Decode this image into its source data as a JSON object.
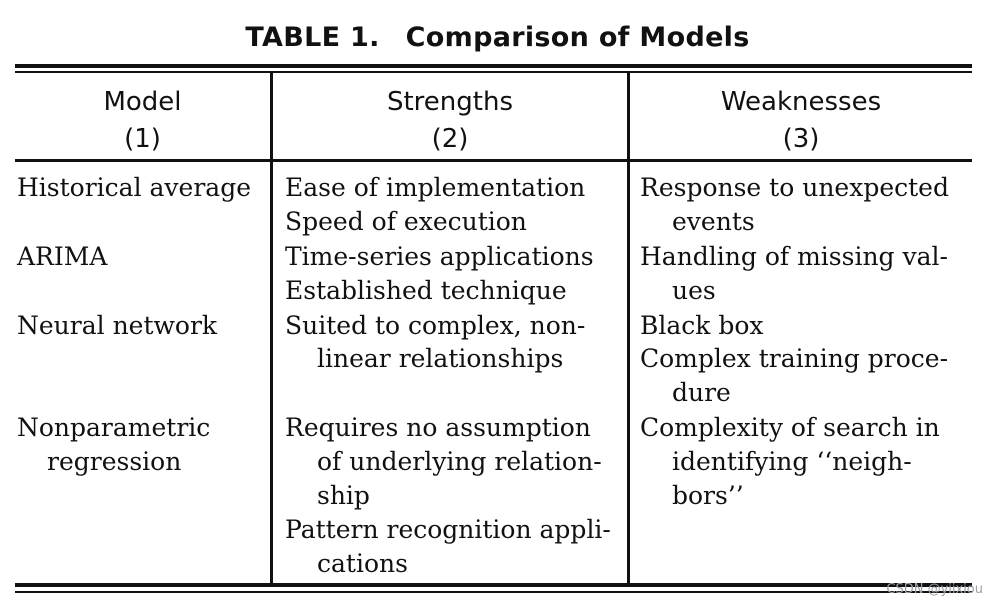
{
  "table": {
    "title_number": "TABLE 1.",
    "title_text": "Comparison of Models",
    "headers": [
      {
        "name": "Model",
        "num": "(1)"
      },
      {
        "name": "Strengths",
        "num": "(2)"
      },
      {
        "name": "Weaknesses",
        "num": "(3)"
      }
    ],
    "rows": [
      {
        "model": [
          "Historical average"
        ],
        "strengths": [
          [
            "Ease of implementation"
          ],
          [
            "Speed of execution"
          ]
        ],
        "weaknesses": [
          [
            "Response to unexpected",
            "events"
          ]
        ]
      },
      {
        "model": [
          "ARIMA"
        ],
        "strengths": [
          [
            "Time-series applications"
          ],
          [
            "Established technique"
          ]
        ],
        "weaknesses": [
          [
            "Handling of missing val-",
            "ues"
          ]
        ]
      },
      {
        "model": [
          "Neural network"
        ],
        "strengths": [
          [
            "Suited to complex, non-",
            "linear relationships"
          ]
        ],
        "weaknesses": [
          [
            "Black box"
          ],
          [
            "Complex training proce-",
            "dure"
          ]
        ]
      },
      {
        "model": [
          "Nonparametric",
          "regression"
        ],
        "strengths": [
          [
            "Requires no assumption",
            "of underlying relation-",
            "ship"
          ],
          [
            "Pattern recognition appli-",
            "cations"
          ]
        ],
        "weaknesses": [
          [
            "Complexity of search in",
            "identifying ‘‘neigh-",
            "bors’’"
          ]
        ]
      }
    ]
  },
  "watermark": "CSDN @yiixiou"
}
